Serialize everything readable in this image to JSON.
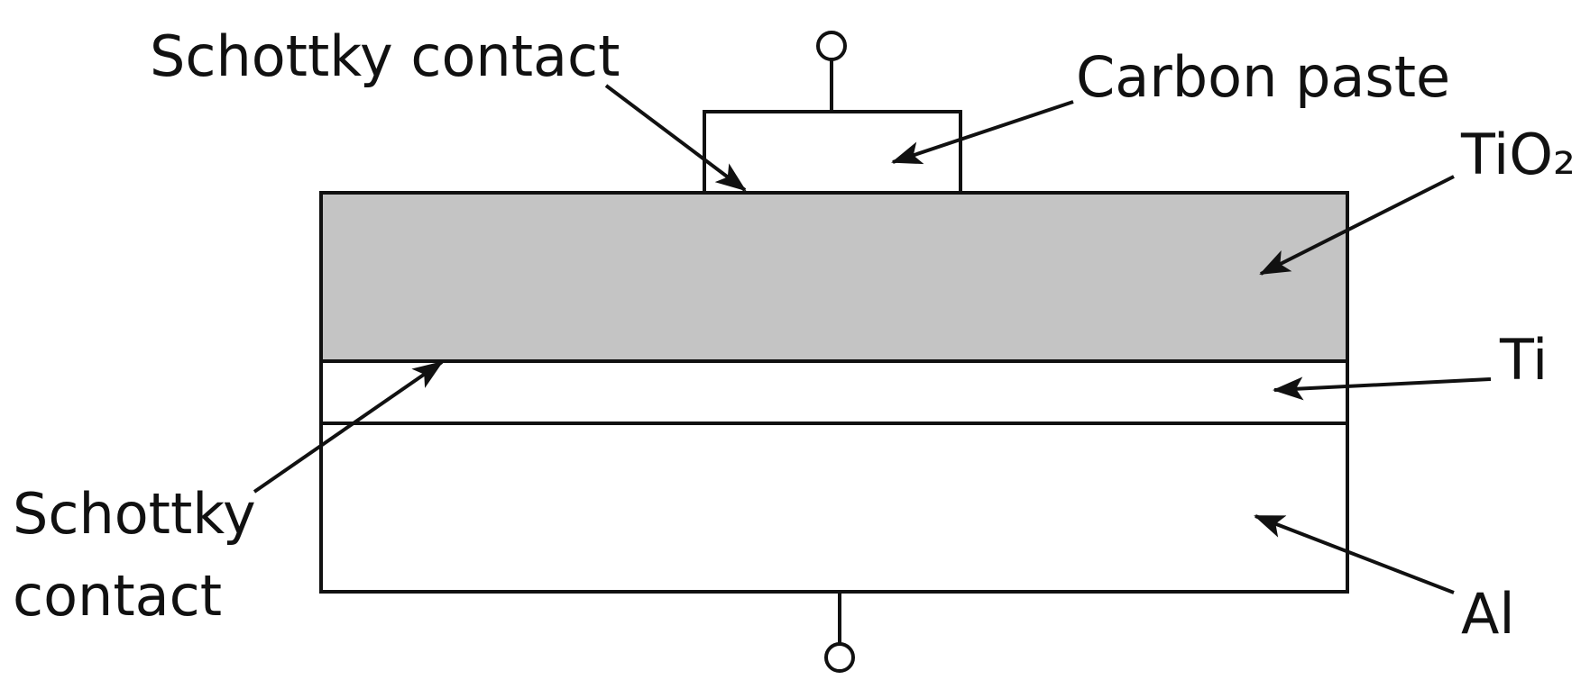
{
  "labels": {
    "schottky_top": "Schottky contact",
    "carbon_paste": "Carbon paste",
    "tio2": "TiO₂",
    "ti": "Ti",
    "schottky_bottom_line1": "Schottky",
    "schottky_bottom_line2": "contact",
    "al": "Al"
  },
  "colors": {
    "tio2_fill": "#c4c4c4",
    "outline": "#111111",
    "background": "#ffffff"
  }
}
